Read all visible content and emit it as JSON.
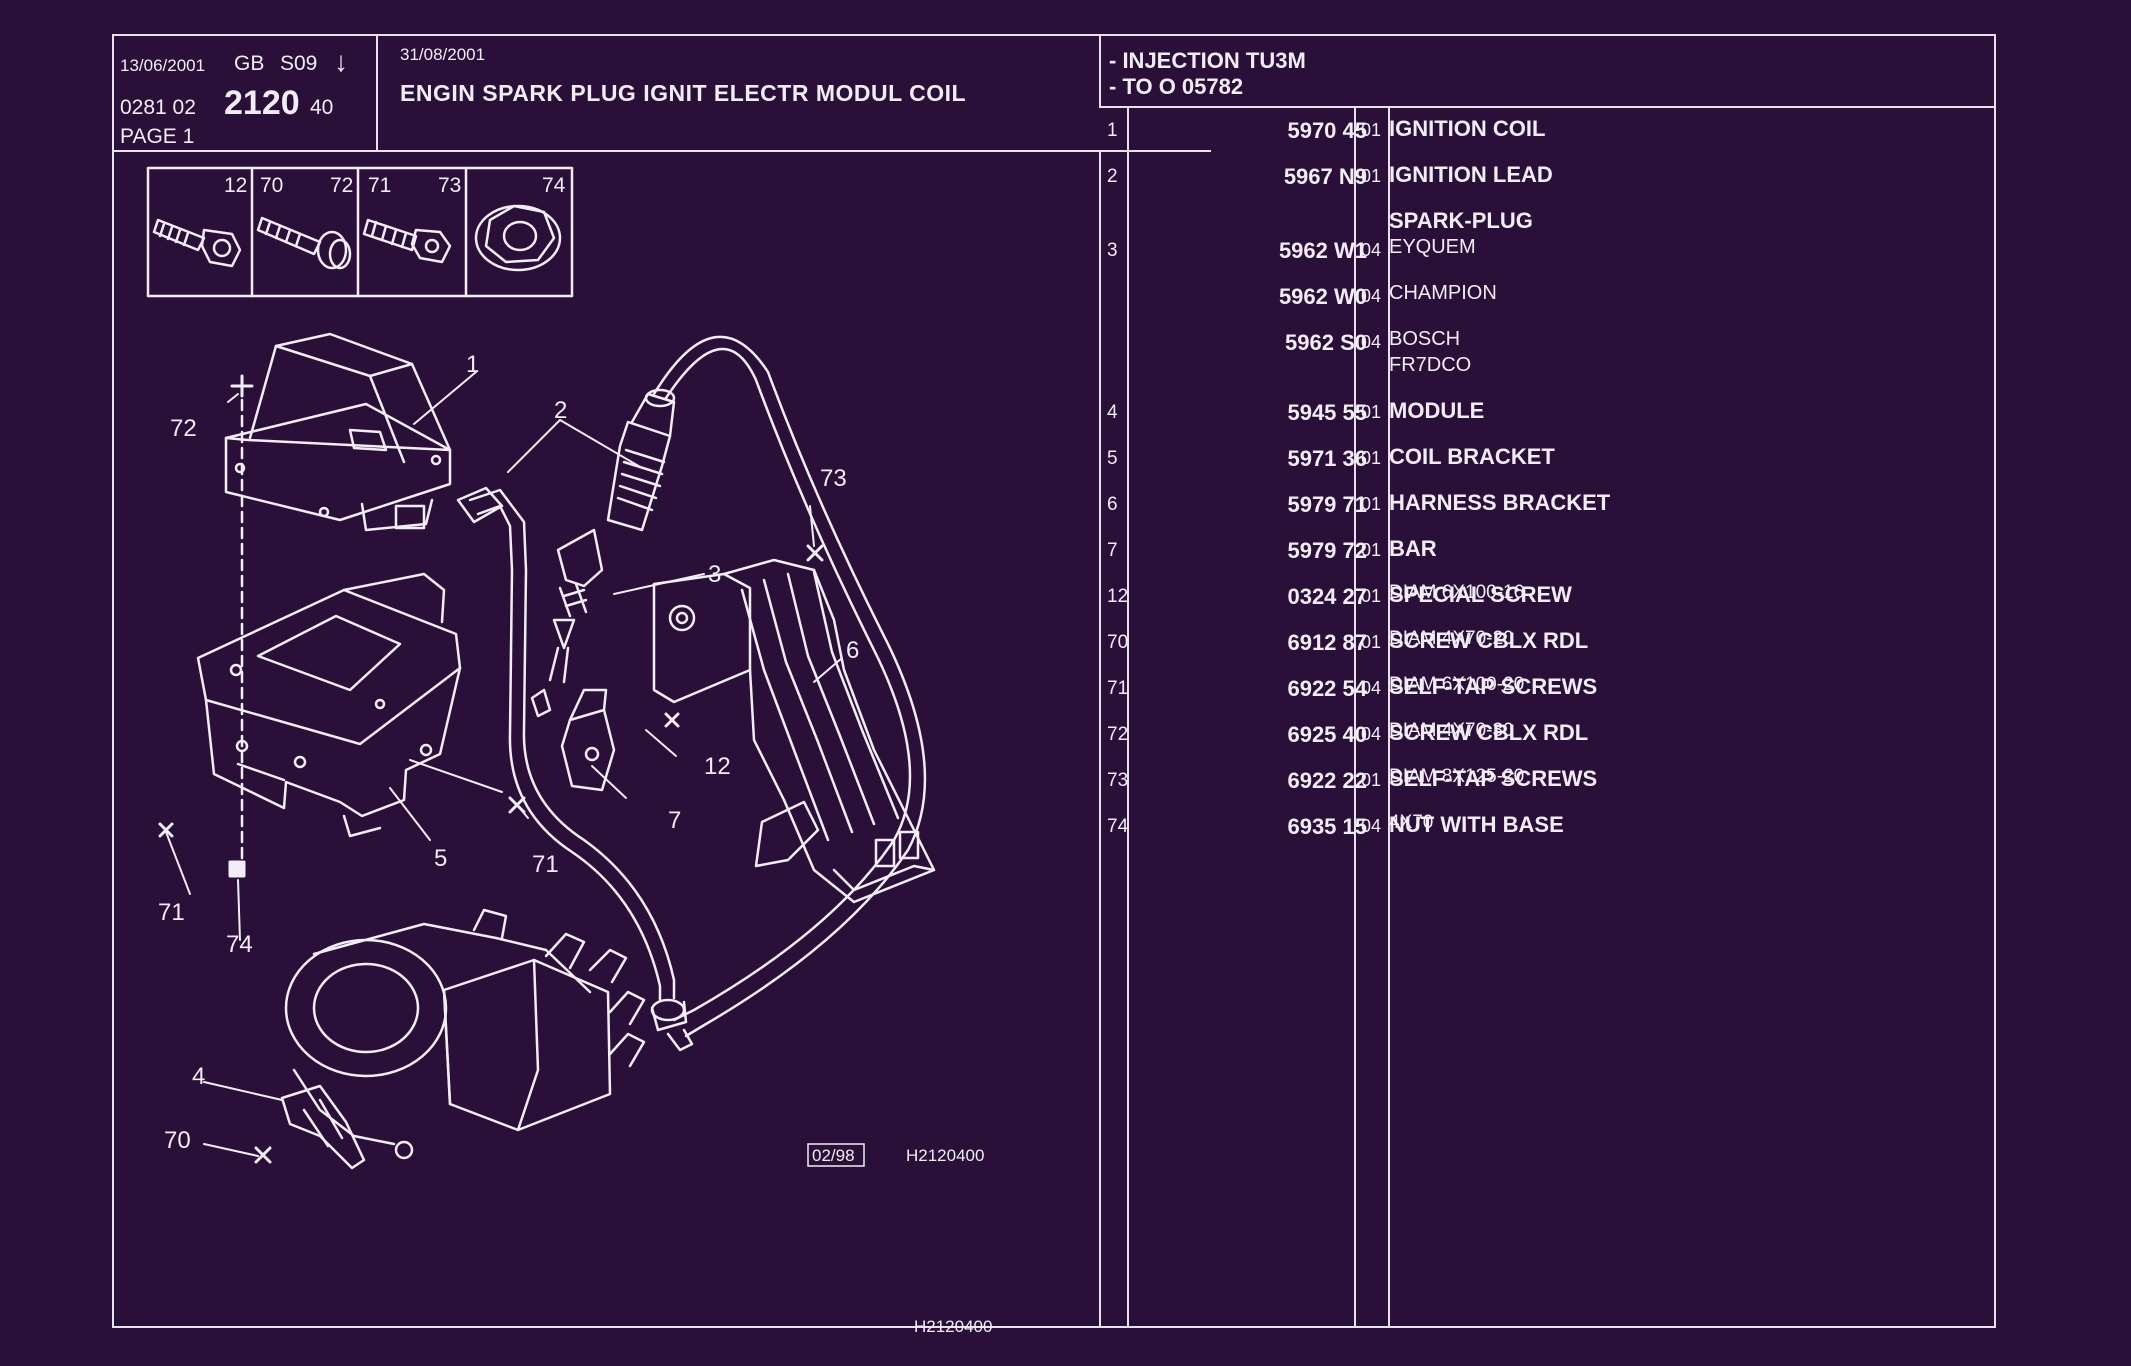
{
  "header": {
    "date_left": "13/06/2001",
    "lang": "GB",
    "series": "S09",
    "arrow": "↓",
    "code_prefix": "0281 02",
    "code_main": "2120",
    "code_suffix": "40",
    "page": "PAGE 1",
    "date_mid": "31/08/2001",
    "title": "ENGIN SPARK PLUG IGNIT ELECTR MODUL COIL",
    "app_line1": "- INJECTION TU3M",
    "app_line2": "- TO  O   05782"
  },
  "screw_refs": [
    {
      "a": "12",
      "b": ""
    },
    {
      "a": "70",
      "b": "72"
    },
    {
      "a": "71",
      "b": "73"
    },
    {
      "a": "",
      "b": "74"
    }
  ],
  "callouts": [
    "1",
    "2",
    "3",
    "4",
    "5",
    "6",
    "7",
    "12",
    "70",
    "71",
    "71",
    "72",
    "73",
    "74"
  ],
  "diagram_refs": {
    "date_box": "02/98",
    "code": "H2120400",
    "bottom_code": "H2120400"
  },
  "parts": [
    {
      "ref": "1",
      "part": "5970 45",
      "qty": "01",
      "desc": "IGNITION COIL",
      "extra": ""
    },
    {
      "ref": "2",
      "part": "5967 N9",
      "qty": "01",
      "desc": "IGNITION LEAD",
      "extra": ""
    },
    {
      "ref": "3",
      "part": "5962 W1",
      "qty": "04",
      "heading": "SPARK-PLUG",
      "sub": "EYQUEM"
    },
    {
      "ref": "",
      "part": "5962 W0",
      "qty": "04",
      "sub": "CHAMPION"
    },
    {
      "ref": "",
      "part": "5962 S0",
      "qty": "04",
      "sub": "BOSCH",
      "sub2": "FR7DCO"
    },
    {
      "ref": "4",
      "part": "5945 55",
      "qty": "01",
      "desc": "MODULE",
      "extra": ""
    },
    {
      "ref": "5",
      "part": "5971 36",
      "qty": "01",
      "desc": "COIL BRACKET",
      "extra": ""
    },
    {
      "ref": "6",
      "part": "5979 71",
      "qty": "01",
      "desc": "HARNESS BRACKET",
      "extra": ""
    },
    {
      "ref": "7",
      "part": "5979 72",
      "qty": "01",
      "desc": "BAR",
      "extra": ""
    },
    {
      "ref": "12",
      "part": "0324 27",
      "qty": "01",
      "desc": "SPECIAL SCREW",
      "extra": "DIAM 6X100-16"
    },
    {
      "ref": "70",
      "part": "6912 87",
      "qty": "01",
      "desc": "SCREW CBLX RDL",
      "extra": "DIAM 4X70-20"
    },
    {
      "ref": "71",
      "part": "6922 54",
      "qty": "04",
      "desc": "SELF-TAP SCREWS",
      "extra": "DIAM 6X100-20"
    },
    {
      "ref": "72",
      "part": "6925 40",
      "qty": "04",
      "desc": "SCREW CBLX RDL",
      "extra": "DIAM 4X70-30"
    },
    {
      "ref": "73",
      "part": "6922 22",
      "qty": "01",
      "desc": "SELF-TAP SCREWS",
      "extra": "DIAM 8X125-20"
    },
    {
      "ref": "74",
      "part": "6935 15",
      "qty": "04",
      "desc": "NUT WITH BASE",
      "extra": "4X70"
    }
  ],
  "colors": {
    "background": "#2a1038",
    "ink": "#f2ecf6"
  }
}
